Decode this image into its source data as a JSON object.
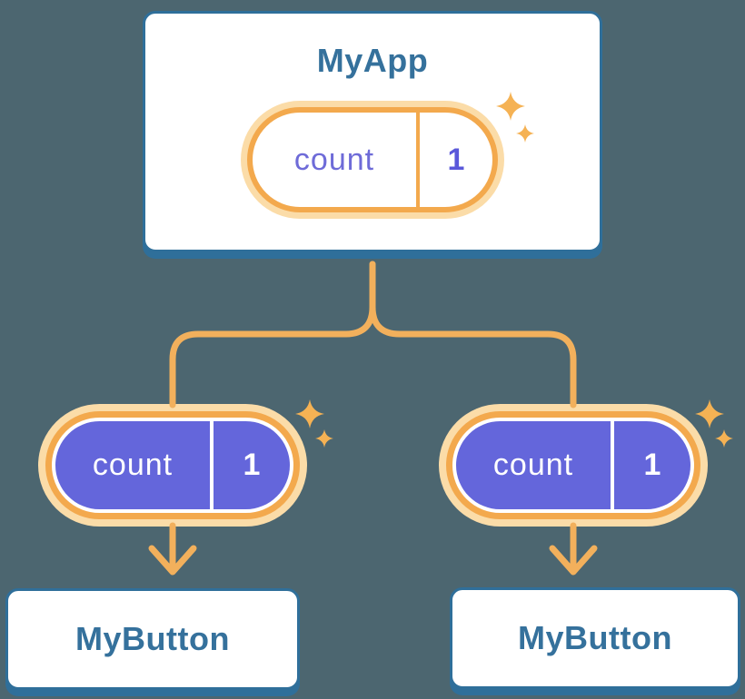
{
  "diagram": {
    "root": {
      "title": "MyApp",
      "state": {
        "label": "count",
        "value": "1"
      }
    },
    "children": [
      {
        "title": "MyButton",
        "prop": {
          "label": "count",
          "value": "1"
        }
      },
      {
        "title": "MyButton",
        "prop": {
          "label": "count",
          "value": "1"
        }
      }
    ]
  },
  "icons": {
    "sparkle": "four-point-star-sparkle",
    "arrow": "down-arrow"
  },
  "colors": {
    "background": "#4C6670",
    "card_border": "#2F6F9A",
    "card_bg": "#FFFFFF",
    "heading_text": "#35719C",
    "orange": "#F3A94D",
    "orange_light": "#FBDCA8",
    "connector": "#F2B05C",
    "sparkle": "#F5B254",
    "purple_fill": "#6466DB",
    "purple_text": "#6E6BD8",
    "purple_value_text": "#5A58DA",
    "pill_text_on_purple": "#FFFFFF"
  }
}
